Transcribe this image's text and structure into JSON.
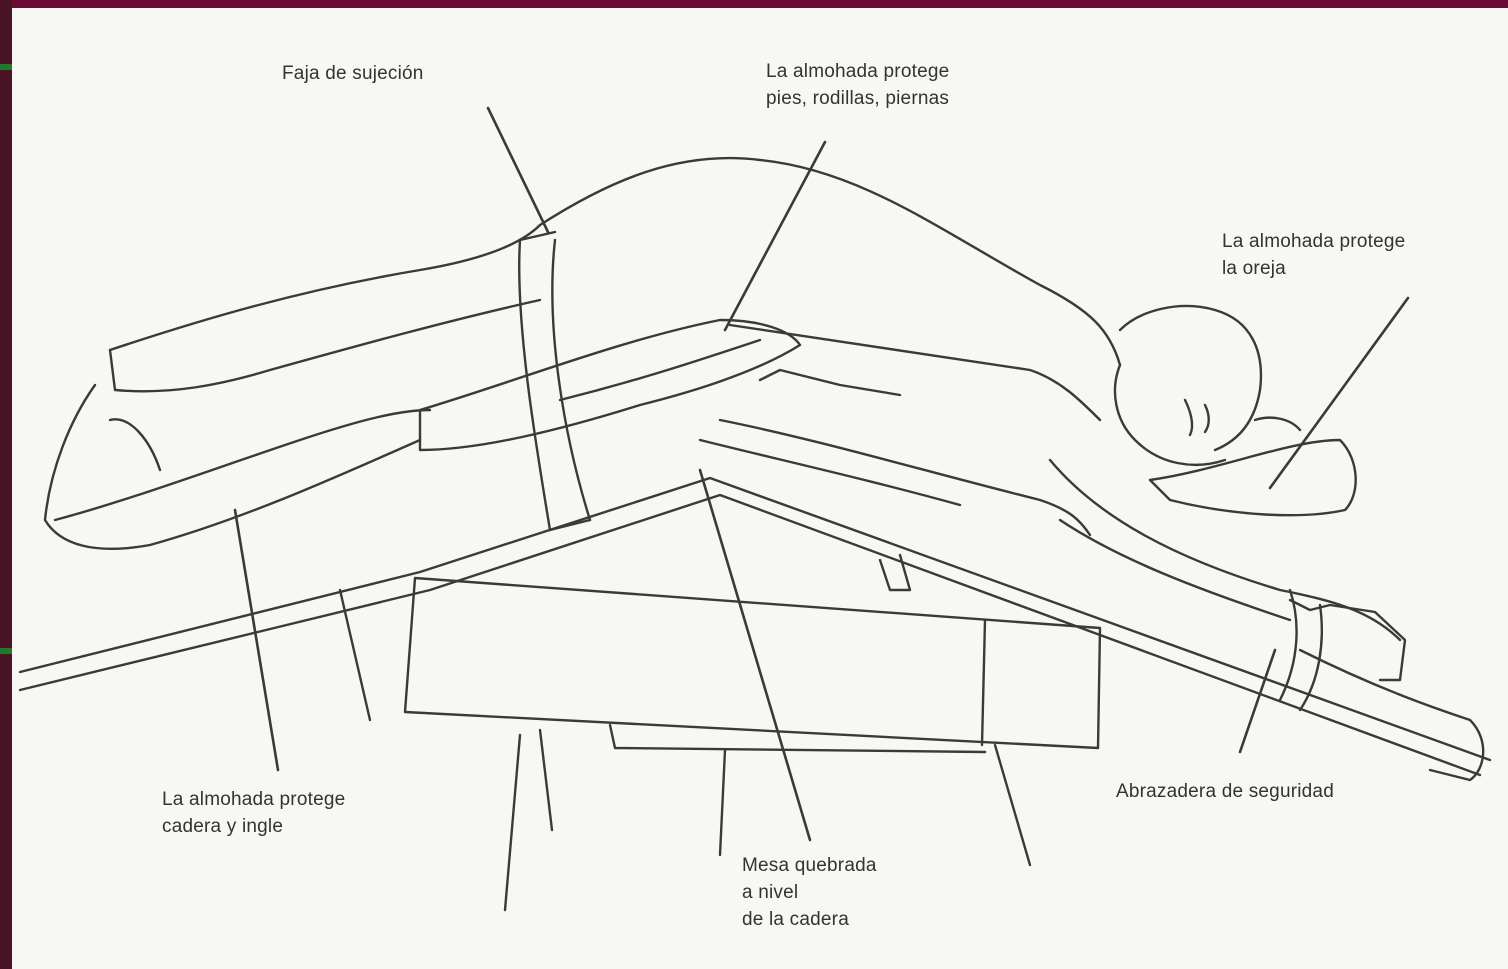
{
  "diagram": {
    "labels": {
      "suction_strap": "Faja de sujeción",
      "pillow_feet": "La almohada protege\npies, rodillas, piernas",
      "pillow_ear": "La almohada protege\nla oreja",
      "pillow_hip": "La almohada protege\ncadera y ingle",
      "table_angle": "Mesa quebrada\na nivel\nde la cadera",
      "safety_strap": "Abrazadera de seguridad"
    },
    "colors": {
      "background_frame": "#6b0a34",
      "paper": "#f7f7f4",
      "ink": "#333333"
    }
  }
}
